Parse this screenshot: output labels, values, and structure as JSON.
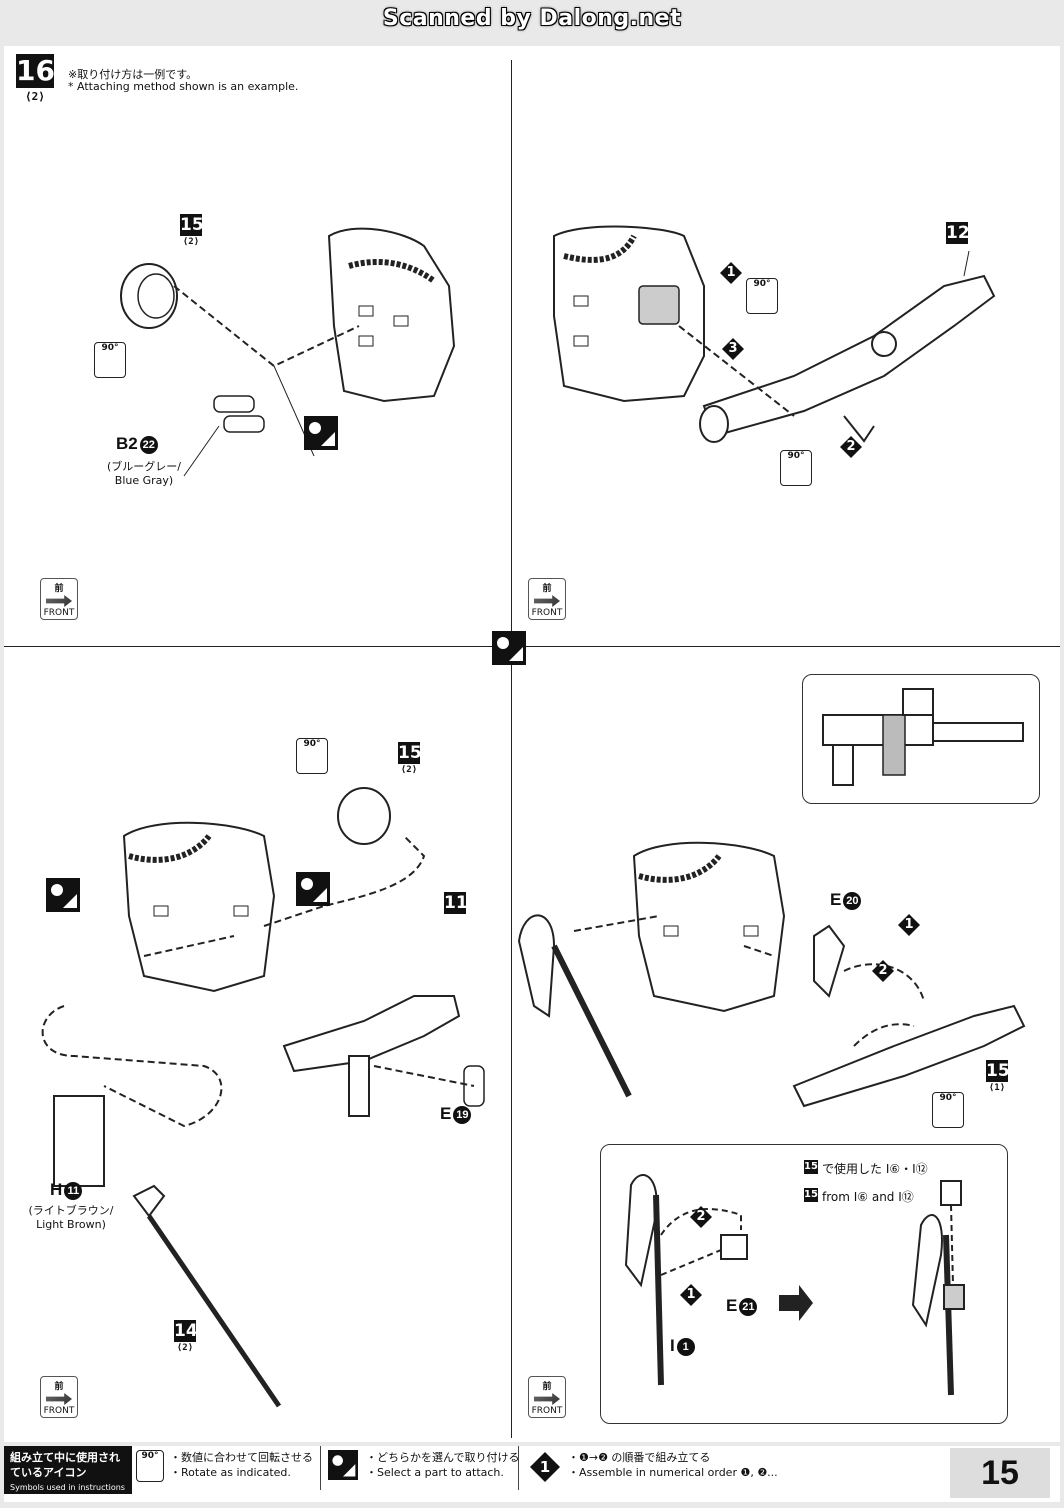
{
  "watermark": "Scanned by Dalong.net",
  "step": {
    "number": "16",
    "sub": "⟨2⟩",
    "note_jp": "※取り付け方は一例です。",
    "note_en": "* Attaching method shown is an example."
  },
  "panels": {
    "top_left": {
      "ref_step": "15",
      "ref_sub": "⟨2⟩",
      "rotate_label": "90°",
      "part_code": "B2",
      "part_num": "22",
      "part_color_jp": "(ブルーグレー/",
      "part_color_en": "Blue Gray)",
      "front_jp": "前",
      "front_en": "FRONT"
    },
    "top_right": {
      "ref_step": "12",
      "order": [
        "1",
        "2",
        "3"
      ],
      "rotate_label": "90°",
      "front_jp": "前",
      "front_en": "FRONT"
    },
    "bottom_left": {
      "ref_step_a": "15",
      "ref_sub_a": "⟨2⟩",
      "ref_step_b": "11",
      "ref_step_c": "14",
      "ref_sub_c": "⟨2⟩",
      "rotate_label": "90°",
      "part_e_code": "E",
      "part_e_num": "19",
      "part_h_code": "H",
      "part_h_num": "11",
      "part_h_color_jp": "(ライトブラウン/",
      "part_h_color_en": "Light Brown)",
      "front_jp": "前",
      "front_en": "FRONT"
    },
    "bottom_right": {
      "ref_step": "15",
      "ref_sub": "⟨1⟩",
      "part_e20_code": "E",
      "part_e20_num": "20",
      "order": [
        "1",
        "2"
      ],
      "rotate_label": "90°",
      "front_jp": "前",
      "front_en": "FRONT",
      "detail": {
        "part_e21_code": "E",
        "part_e21_num": "21",
        "part_i_code": "I",
        "part_i_num": "1",
        "order": [
          "1",
          "2"
        ],
        "used_jp": "で使用した I⑥・I⑫",
        "used_en": "from I⑥ and I⑫",
        "ref_step": "15"
      }
    }
  },
  "legend": {
    "title_jp": "組み立て中に使用されているアイコン",
    "title_en": "Symbols used in instructions",
    "rotate_icon_label": "90°",
    "rotate_jp": "・数値に合わせて回転させる",
    "rotate_en": "・Rotate as indicated.",
    "choose_jp": "・どちらかを選んで取り付ける",
    "choose_en": "・Select a part to attach.",
    "order_icon": "1",
    "order_jp": "・❶→❷ の順番で組み立てる",
    "order_en": "・Assemble in numerical order ❶, ❷..."
  },
  "page_number": "15"
}
